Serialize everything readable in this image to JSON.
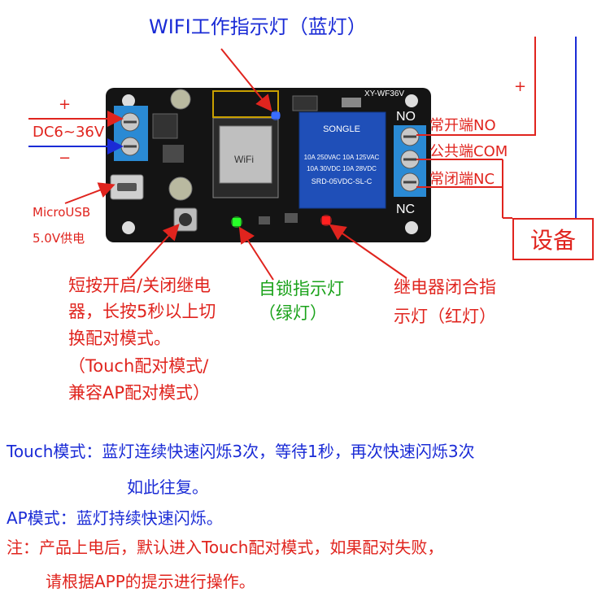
{
  "title": "WIFI工作指示灯（蓝灯）",
  "board": {
    "model": "XY-WF36V",
    "relay_brand": "SONGLE",
    "relay_text": [
      "10A 250VAC  10A 125VAC",
      "10A 30VDC   10A 28VDC",
      "SRD-05VDC-SL-C"
    ],
    "terminal_no": "NO",
    "terminal_nc": "NC",
    "wifi_logo": "WiFi"
  },
  "power": {
    "plus": "+",
    "voltage": "DC6~36V",
    "minus": "−"
  },
  "usb": {
    "line1": "MicroUSB",
    "line2": "5.0V供电"
  },
  "terminals": {
    "no": "常开端NO",
    "com": "公共端COM",
    "nc": "常闭端NC",
    "plus_right": "+"
  },
  "device": "设备",
  "button_label": [
    "短按开启/关闭继电",
    "器，长按5秒以上切",
    "换配对模式。",
    "（Touch配对模式/",
    "兼容AP配对模式）"
  ],
  "green_led_label": [
    "自锁指示灯",
    "（绿灯）"
  ],
  "red_led_label": [
    "继电器闭合指",
    "示灯（红灯）"
  ],
  "notes": {
    "touch_line1": "Touch模式：蓝灯连续快速闪烁3次，等待1秒，再次快速闪烁3次",
    "touch_line2": "如此往复。",
    "ap_line": "AP模式：蓝灯持续快速闪烁。",
    "note_line1": "注：产品上电后，默认进入Touch配对模式，如果配对失败，",
    "note_line2": "请根据APP的提示进行操作。"
  },
  "colors": {
    "red": "#e0241e",
    "blue": "#1a2bd6",
    "green": "#1aa21a",
    "pcb": "#141414",
    "relay": "#1f4fb8",
    "terminal": "#2a8ad4"
  }
}
